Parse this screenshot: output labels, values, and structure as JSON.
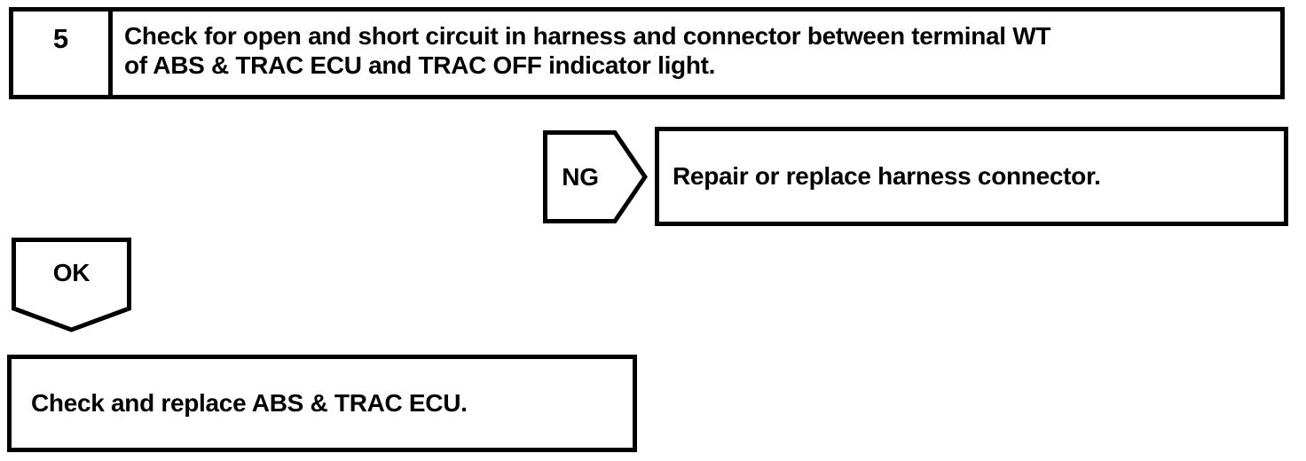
{
  "step": {
    "number": "5",
    "instruction": "Check for open and short circuit in harness and connector between terminal WT of ABS & TRAC ECU and TRAC OFF indicator light.",
    "instruction_lines": [
      "Check for open and short circuit in harness and connector between terminal WT",
      "of ABS & TRAC ECU and TRAC OFF indicator light."
    ]
  },
  "ng": {
    "label": "NG",
    "action": "Repair or replace harness connector."
  },
  "ok": {
    "label": "OK",
    "action": "Check and replace ABS & TRAC ECU."
  },
  "colors": {
    "ink": "#000000",
    "paper": "#ffffff"
  }
}
